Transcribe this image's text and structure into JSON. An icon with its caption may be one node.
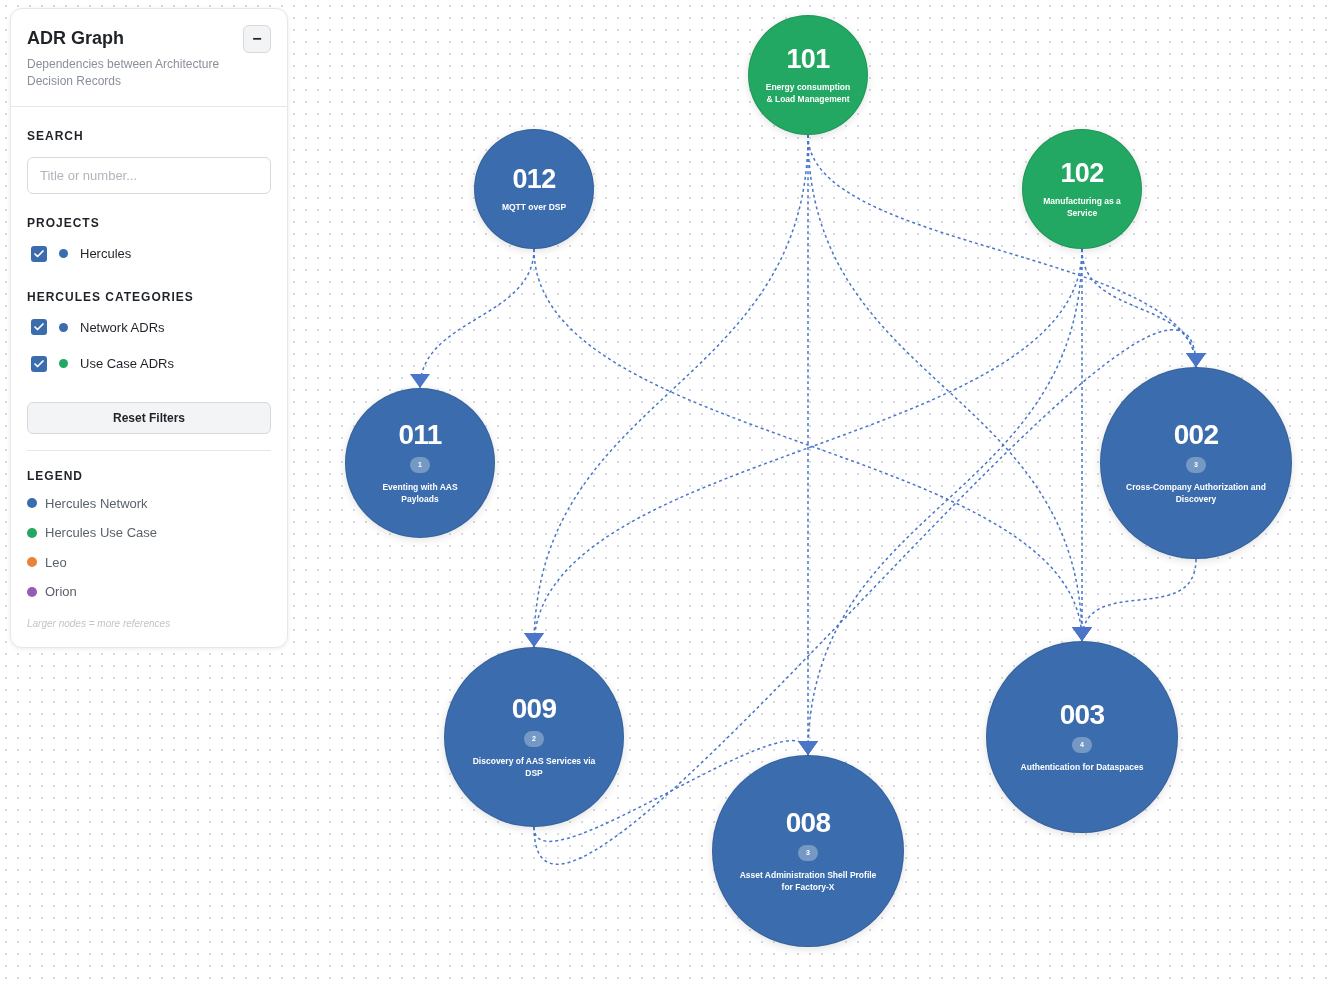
{
  "diagram": {
    "title": "ADR Graph",
    "nodes": [
      {
        "text": [
          "101",
          "Energy consumption & Load Management"
        ]
      },
      {
        "text": [
          "012",
          "MQTT over DSP"
        ]
      },
      {
        "text": [
          "102",
          "Manufacturing as a Service"
        ]
      },
      {
        "text": [
          "011",
          "1",
          "Eventing with AAS Payloads"
        ]
      },
      {
        "text": [
          "002",
          "3",
          "Cross-Company Authorization and Discovery"
        ]
      },
      {
        "text": [
          "009",
          "2",
          "Discovery of AAS Services via DSP"
        ]
      },
      {
        "text": [
          "008",
          "3",
          "Asset Administration Shell Profile for Factory-X"
        ]
      },
      {
        "text": [
          "003",
          "4",
          "Authentication for Dataspaces"
        ]
      }
    ],
    "edges": [
      {
        "from": 1,
        "to": 3,
        "arrow": "to",
        "style": "dashed"
      },
      {
        "from": 1,
        "to": 7,
        "arrow": "to",
        "style": "dashed"
      },
      {
        "from": 0,
        "to": 5,
        "arrow": "to",
        "style": "dashed"
      },
      {
        "from": 0,
        "to": 6,
        "arrow": "to",
        "style": "dashed"
      },
      {
        "from": 0,
        "to": 7,
        "arrow": "to",
        "style": "dashed"
      },
      {
        "from": 0,
        "to": 4,
        "arrow": "to",
        "style": "dashed"
      },
      {
        "from": 2,
        "to": 5,
        "arrow": "to",
        "style": "dashed"
      },
      {
        "from": 2,
        "to": 6,
        "arrow": "to",
        "style": "dashed"
      },
      {
        "from": 2,
        "to": 7,
        "arrow": "to",
        "style": "dashed"
      },
      {
        "from": 2,
        "to": 4,
        "arrow": "to",
        "style": "dashed"
      },
      {
        "from": 5,
        "to": 6,
        "arrow": "to",
        "style": "dashed"
      },
      {
        "from": 5,
        "to": 4,
        "arrow": "to",
        "style": "dashed"
      },
      {
        "from": 4,
        "to": 7,
        "arrow": "to",
        "style": "dashed"
      }
    ],
    "labels": [
      "−",
      "Dependencies between Architecture Decision Records",
      "SEARCH",
      "Title or number...",
      "PROJECTS",
      "Hercules",
      "HERCULES CATEGORIES",
      "Network ADRs",
      "Use Case ADRs",
      "Reset Filters",
      "LEGEND",
      "Larger nodes = more references"
    ],
    "legend": [
      {
        "text": "Hercules Network",
        "color": "#3b6cad"
      },
      {
        "text": "Hercules Use Case",
        "color": "#22a862"
      },
      {
        "text": "Leo",
        "color": "#e8843a"
      },
      {
        "text": "Orion",
        "color": "#9b59b6"
      }
    ]
  }
}
